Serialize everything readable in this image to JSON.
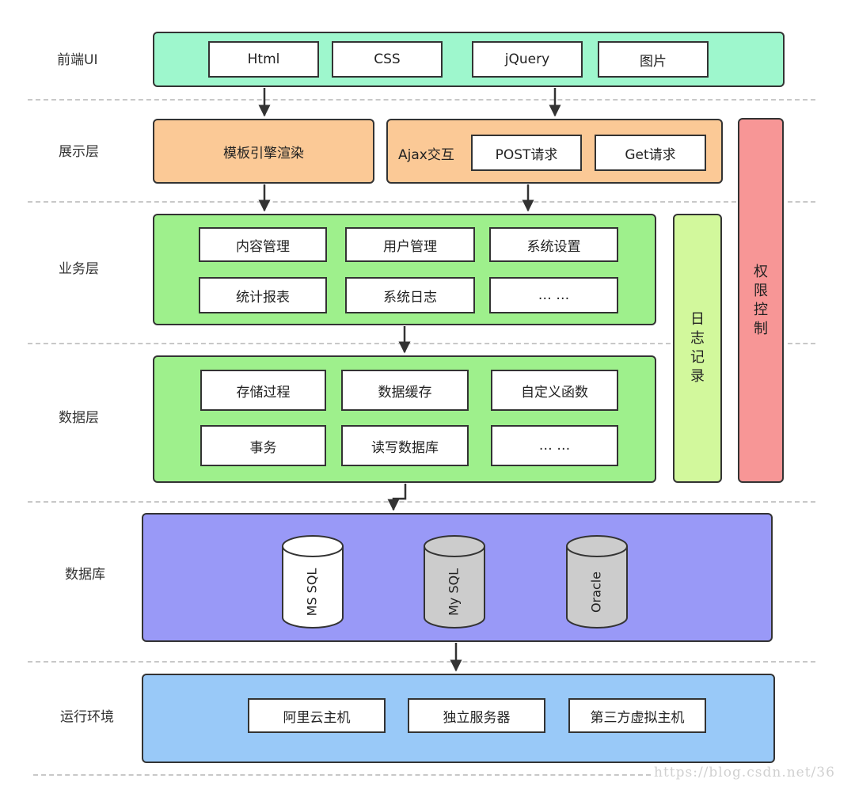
{
  "colors": {
    "frontend": "#9ef7cd",
    "presentation": "#fbc996",
    "business": "#9ef08c",
    "data": "#9ef08c",
    "logging": "#d2f89c",
    "permission": "#f79696",
    "database": "#9999f7",
    "runtime": "#99c9f8",
    "cylinder_white": "#ffffff",
    "cylinder_gray": "#cccccc"
  },
  "layers": {
    "frontend": "前端UI",
    "presentation": "展示层",
    "business": "业务层",
    "data": "数据层",
    "database": "数据库",
    "runtime": "运行环境"
  },
  "frontend": {
    "items": [
      "Html",
      "CSS",
      "jQuery",
      "图片"
    ]
  },
  "presentation": {
    "template": "模板引擎渲染",
    "ajax_label": "Ajax交互",
    "ajax_items": [
      "POST请求",
      "Get请求"
    ]
  },
  "business": {
    "items": [
      "内容管理",
      "用户管理",
      "系统设置",
      "统计报表",
      "系统日志",
      "… …"
    ]
  },
  "data": {
    "items": [
      "存储过程",
      "数据缓存",
      "自定义函数",
      "事务",
      "读写数据库",
      "… …"
    ]
  },
  "side": {
    "logging": [
      "日",
      "志",
      "记",
      "录"
    ],
    "permission": [
      "权",
      "限",
      "控",
      "制"
    ]
  },
  "database": {
    "cylinders": [
      {
        "label": "MS SQL",
        "fill": "white"
      },
      {
        "label": "My SQL",
        "fill": "gray"
      },
      {
        "label": "Oracle",
        "fill": "gray"
      }
    ]
  },
  "runtime": {
    "items": [
      "阿里云主机",
      "独立服务器",
      "第三方虚拟主机"
    ]
  },
  "watermark": "https://blog.csdn.net/36"
}
